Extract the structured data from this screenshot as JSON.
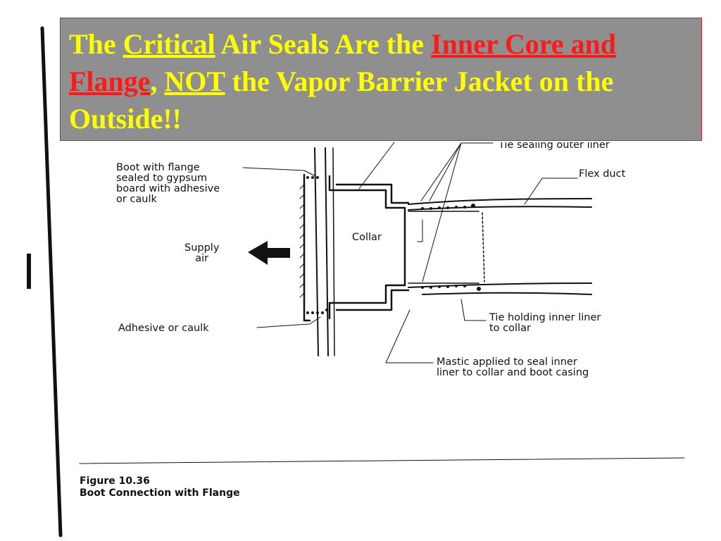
{
  "callout": {
    "t1": "The ",
    "t2": "Critical",
    "t3": " Air Seals Are the ",
    "t4": "Inner Core and Flange",
    "t5": ", ",
    "t6": "NOT",
    "t7": " the Vapor Barrier Jacket on the Outside!!"
  },
  "labels": {
    "boot_flange": "Boot with flange\nsealed to gypsum\nboard with adhesive\nor caulk",
    "tie_outer": "Tie sealing outer liner",
    "flex_duct": "Flex duct",
    "collar": "Collar",
    "supply_air": "Supply\nair",
    "adhesive": "Adhesive or caulk",
    "tie_inner": "Tie holding inner liner\nto collar",
    "mastic": "Mastic applied to seal inner\nliner to collar and boot casing"
  },
  "caption": {
    "line1": "Figure 10.36",
    "line2": "Boot Connection with Flange"
  },
  "colors": {
    "callout_bg": "#8f8f8f",
    "callout_text": "#ffff00",
    "callout_emphasis": "#ff1a1a"
  }
}
